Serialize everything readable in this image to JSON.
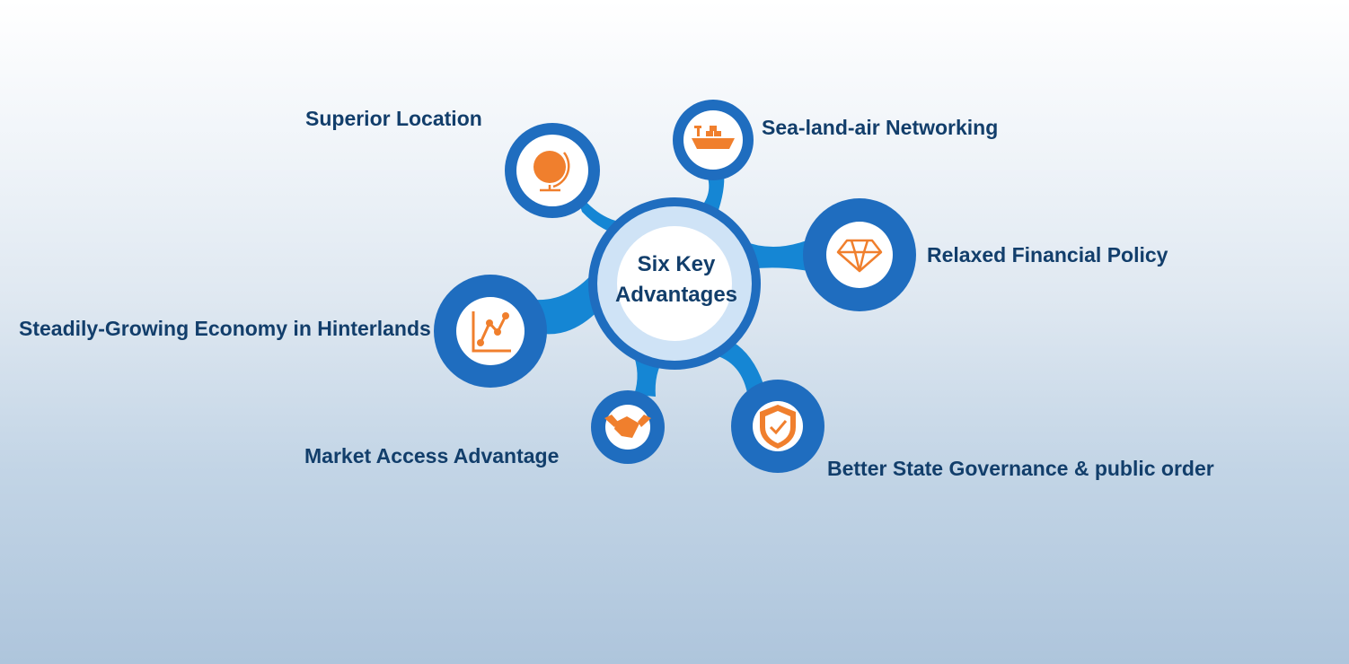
{
  "center": {
    "line1": "Six Key",
    "line2": "Advantages"
  },
  "advantages": [
    {
      "label": "Superior Location",
      "icon": "globe-icon"
    },
    {
      "label": "Sea-land-air Networking",
      "icon": "ship-icon"
    },
    {
      "label": "Relaxed Financial Policy",
      "icon": "diamond-icon"
    },
    {
      "label": "Steadily-Growing Economy in Hinterlands",
      "icon": "growth-chart-icon"
    },
    {
      "label": "Market Access Advantage",
      "icon": "handshake-icon"
    },
    {
      "label": "Better State Governance & public order",
      "icon": "shield-check-icon"
    }
  ],
  "colors": {
    "node_blue": "#1f6dbf",
    "connector_blue": "#1a8ad6",
    "center_ring": "#cfe3f6",
    "icon_orange": "#f07f2d",
    "text_navy": "#123e6b"
  }
}
